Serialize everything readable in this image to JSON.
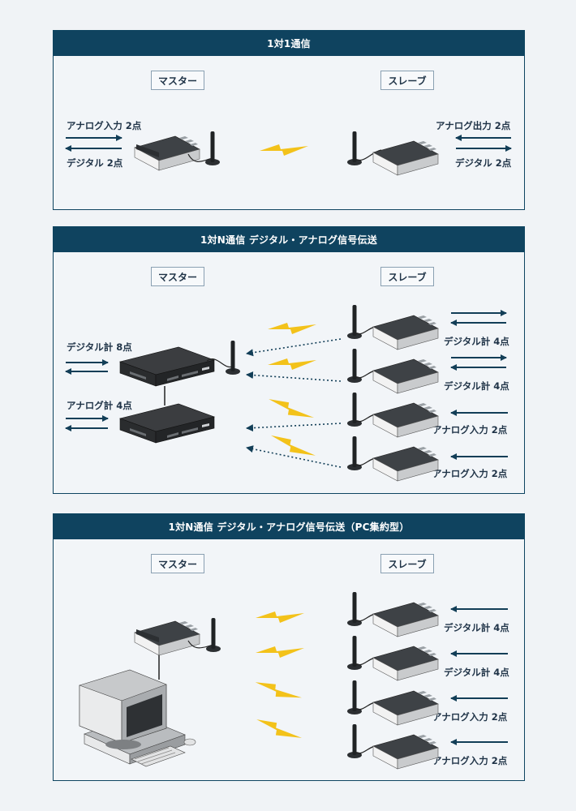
{
  "panels": [
    {
      "title": "1対1通信",
      "master_label": "マスター",
      "slave_label": "スレーブ",
      "labels": {
        "analog_in": "アナログ入力 2点",
        "digital_left": "デジタル 2点",
        "analog_out": "アナログ出力 2点",
        "digital_right": "デジタル 2点"
      }
    },
    {
      "title": "1対N通信 デジタル・アナログ信号伝送",
      "master_label": "マスター",
      "slave_label": "スレーブ",
      "master_labels": [
        "デジタル計 8点",
        "アナログ計 4点"
      ],
      "slave_labels": [
        "デジタル計 4点",
        "デジタル計 4点",
        "アナログ入力 2点",
        "アナログ入力 2点"
      ]
    },
    {
      "title": "1対N通信 デジタル・アナログ信号伝送（PC集約型）",
      "master_label": "マスター",
      "slave_label": "スレーブ",
      "slave_labels": [
        "デジタル計 4点",
        "デジタル計 4点",
        "アナログ入力 2点",
        "アナログ入力 2点"
      ]
    }
  ],
  "colors": {
    "header": "#0f435f",
    "arrow": "#123e57",
    "lightning": "#f3c21a",
    "device_light": "#d8dadc",
    "device_dark": "#3a3d40"
  }
}
